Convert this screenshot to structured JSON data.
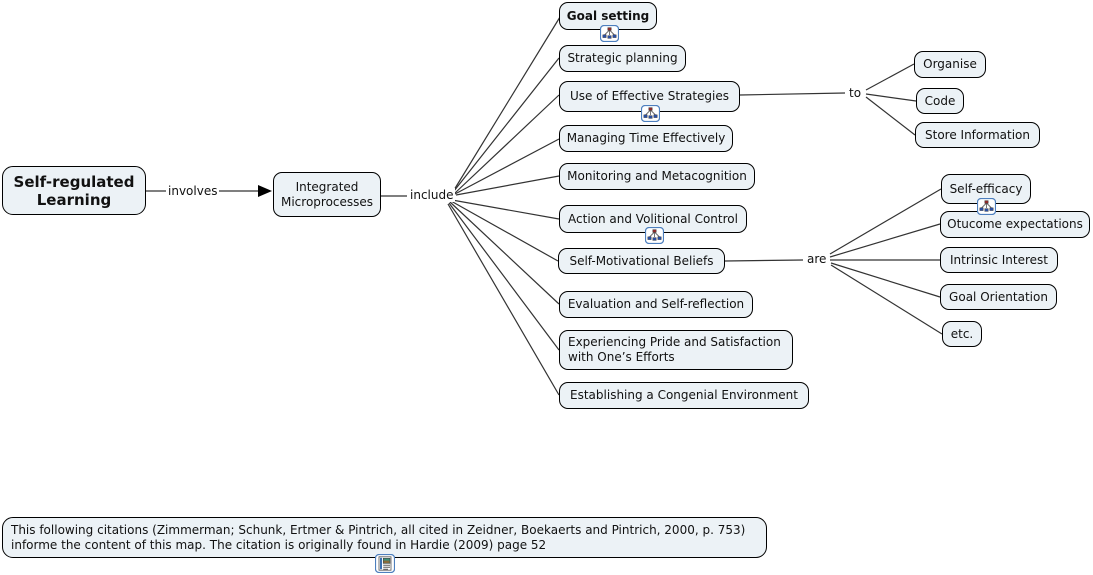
{
  "map_title": "Self-regulated Learning concept map",
  "colors": {
    "node_fill": "#ecf2f6",
    "node_border": "#000000",
    "connector_line": "#333333",
    "icon_border": "#4d7fbe"
  },
  "nodes": {
    "srl": {
      "label": "Self-regulated Learning"
    },
    "integrated": {
      "label": "Integrated Microprocesses"
    },
    "goal_setting": {
      "label": "Goal setting"
    },
    "strategic_planning": {
      "label": "Strategic planning"
    },
    "use_of_effective_strategies": {
      "label": "Use of Effective Strategies"
    },
    "managing_time": {
      "label": "Managing Time Effectively"
    },
    "monitoring_metacognition": {
      "label": "Monitoring and Metacognition"
    },
    "action_volitional_control": {
      "label": "Action and Volitional Control"
    },
    "self_motivational_beliefs": {
      "label": "Self-Motivational Beliefs"
    },
    "evaluation_self_reflection": {
      "label": "Evaluation and Self-reflection"
    },
    "experiencing_pride": {
      "label": "Experiencing Pride and Satisfaction with One’s Efforts"
    },
    "establishing_environment": {
      "label": "Establishing a Congenial Environment"
    },
    "organise": {
      "label": "Organise"
    },
    "code": {
      "label": "Code"
    },
    "store_information": {
      "label": "Store Information"
    },
    "self_efficacy": {
      "label": "Self-efficacy"
    },
    "outcome_expectations": {
      "label": "Otucome expectations"
    },
    "intrinsic_interest": {
      "label": "Intrinsic Interest"
    },
    "goal_orientation": {
      "label": "Goal Orientation"
    },
    "etc": {
      "label": "etc."
    },
    "citation": {
      "label": "This following citations (Zimmerman; Schunk, Ertmer & Pintrich, all cited in Zeidner, Boekaerts and Pintrich, 2000, p. 753) informe the content of this map. The citation is originally found in Hardie (2009) page 52"
    }
  },
  "link_labels": {
    "involves": "involves",
    "include": "include",
    "to": "to",
    "are": "are"
  },
  "icons": {
    "concept_map_resource": "concept-map-resource-icon",
    "webpage_resource": "webpage-resource-icon"
  }
}
